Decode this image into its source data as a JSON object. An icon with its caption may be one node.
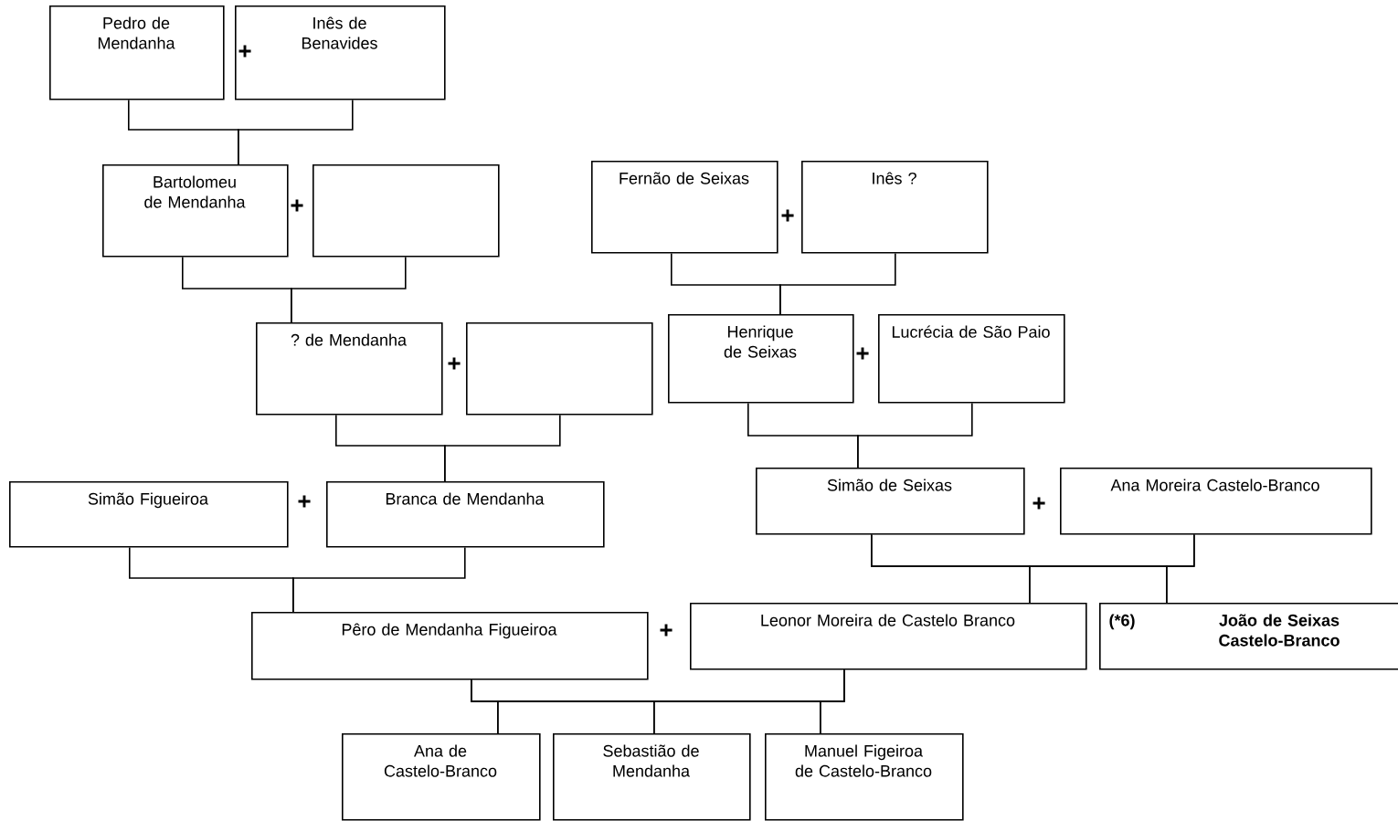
{
  "diagram": {
    "nodes": [
      {
        "text": [
          "Pedro de Mendanha"
        ]
      },
      {
        "text": [
          "Inês de Benavides"
        ]
      },
      {
        "text": [
          "Bartolomeu de Mendanha"
        ]
      },
      {
        "text": [],
        "shape": "box"
      },
      {
        "text": [
          "Fernão de Seixas"
        ]
      },
      {
        "text": [
          "Inês ?"
        ]
      },
      {
        "text": [
          "? de Mendanha"
        ]
      },
      {
        "text": [],
        "shape": "box"
      },
      {
        "text": [
          "Henrique de Seixas"
        ]
      },
      {
        "text": [
          "Lucrécia de São Paio"
        ]
      },
      {
        "text": [
          "Simão Figueiroa"
        ]
      },
      {
        "text": [
          "Branca de Mendanha"
        ]
      },
      {
        "text": [
          "Simão de Seixas"
        ]
      },
      {
        "text": [
          "Ana Moreira Castelo-Branco"
        ]
      },
      {
        "text": [
          "Pêro de Mendanha Figueiroa"
        ]
      },
      {
        "text": [
          "Leonor Moreira de Castelo Branco"
        ]
      },
      {
        "text": [
          "(*6)",
          "João de Seixas Castelo-Branco"
        ]
      },
      {
        "text": [
          "Ana de Castelo-Branco"
        ]
      },
      {
        "text": [
          "Sebastião de Mendanha"
        ]
      },
      {
        "text": [
          "Manuel Figeiroa de Castelo-Branco"
        ]
      }
    ],
    "edges": [
      {
        "from": 0,
        "to": 2,
        "arrow": "none"
      },
      {
        "from": 1,
        "to": 2,
        "arrow": "none"
      },
      {
        "from": 2,
        "to": 6,
        "arrow": "none"
      },
      {
        "from": 3,
        "to": 6,
        "arrow": "none"
      },
      {
        "from": 4,
        "to": 8,
        "arrow": "none"
      },
      {
        "from": 5,
        "to": 8,
        "arrow": "none"
      },
      {
        "from": 6,
        "to": 11,
        "arrow": "none"
      },
      {
        "from": 7,
        "to": 11,
        "arrow": "none"
      },
      {
        "from": 8,
        "to": 12,
        "arrow": "none"
      },
      {
        "from": 9,
        "to": 12,
        "arrow": "none"
      },
      {
        "from": 10,
        "to": 14,
        "arrow": "none"
      },
      {
        "from": 11,
        "to": 14,
        "arrow": "none"
      },
      {
        "from": 12,
        "to": 15,
        "arrow": "none"
      },
      {
        "from": 13,
        "to": 15,
        "arrow": "none"
      },
      {
        "from": 12,
        "to": 16,
        "arrow": "none"
      },
      {
        "from": 13,
        "to": 16,
        "arrow": "none"
      },
      {
        "from": 14,
        "to": 17,
        "arrow": "none"
      },
      {
        "from": 15,
        "to": 17,
        "arrow": "none"
      },
      {
        "from": 14,
        "to": 18,
        "arrow": "none"
      },
      {
        "from": 15,
        "to": 18,
        "arrow": "none"
      },
      {
        "from": 14,
        "to": 19,
        "arrow": "none"
      },
      {
        "from": 15,
        "to": 19,
        "arrow": "none"
      }
    ],
    "labels": [
      "+",
      "+",
      "+",
      "+",
      "+",
      "+",
      "+",
      "+"
    ]
  }
}
